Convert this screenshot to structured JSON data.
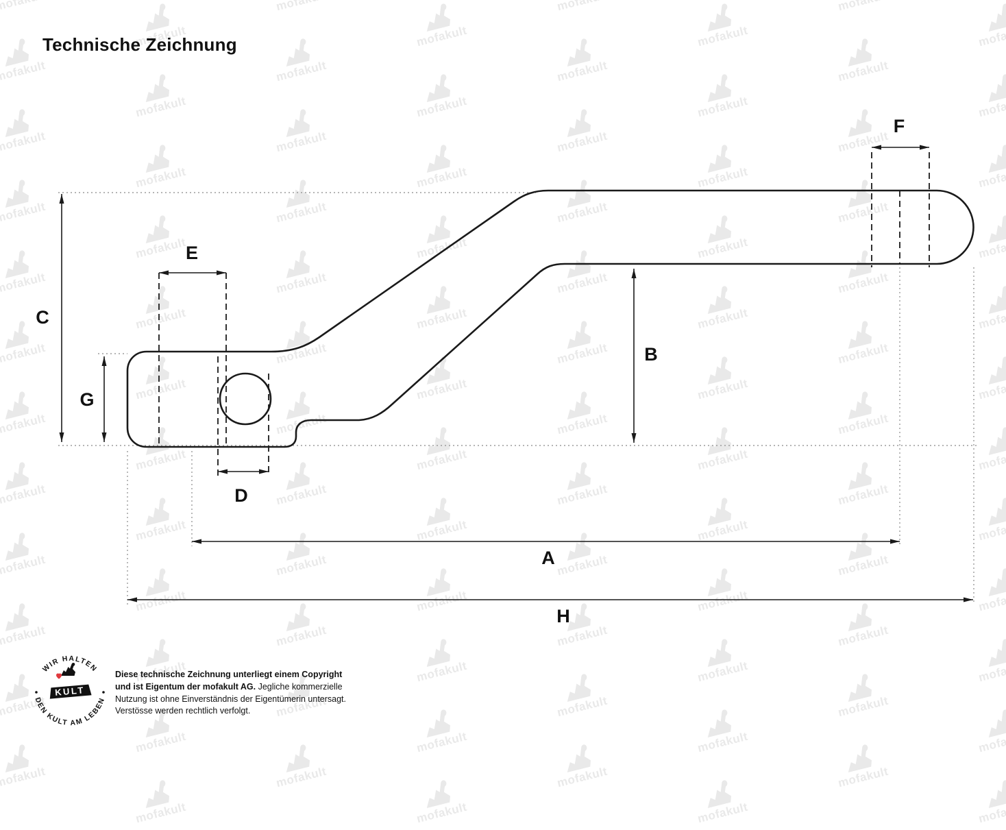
{
  "page": {
    "title": "Technische Zeichnung"
  },
  "watermark": {
    "text": "mofakult"
  },
  "dimensions": {
    "a": "A",
    "b": "B",
    "c": "C",
    "d": "D",
    "e": "E",
    "f": "F",
    "g": "G",
    "h": "H"
  },
  "footer": {
    "badge": {
      "top_text": "WIR HALTEN",
      "bottom_text": "DEN KULT AM LEBEN",
      "center_text": "KULT"
    },
    "copyright_bold": "Diese technische Zeichnung unterliegt einem Copyright und ist Eigentum der mofakult AG.",
    "copyright_regular": "Jegliche kommerzielle Nutzung ist ohne Einverständnis der Eigentümerin untersagt. Verstösse werden rechtlich verfolgt."
  },
  "colors": {
    "line": "#1a1a1a",
    "extension": "#9b9b9b",
    "watermark": "#e9e9e9",
    "heart": "#e0393e"
  }
}
